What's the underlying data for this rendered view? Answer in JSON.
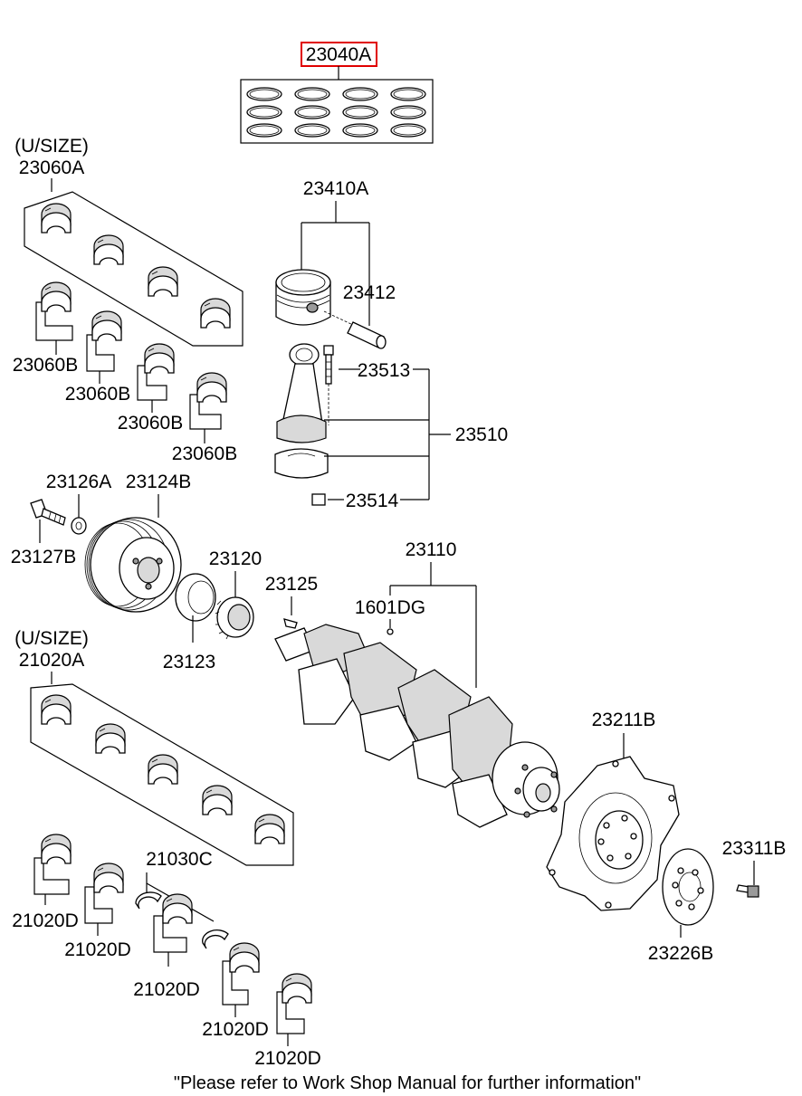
{
  "labels": {
    "p23040A": "23040A",
    "usize1": "(U/SIZE)",
    "p23060A": "23060A",
    "p23410A": "23410A",
    "p23412": "23412",
    "p23060B": "23060B",
    "p23513": "23513",
    "p23510": "23510",
    "p23514": "23514",
    "p23126A": "23126A",
    "p23124B": "23124B",
    "p23127B": "23127B",
    "p23120": "23120",
    "p23125": "23125",
    "p23110": "23110",
    "p1601DG": "1601DG",
    "p23123": "23123",
    "usize2": "(U/SIZE)",
    "p21020A": "21020A",
    "p23211B": "23211B",
    "p21030C": "21030C",
    "p23311B": "23311B",
    "p21020D": "21020D",
    "p23226B": "23226B"
  },
  "footer_note": "\"Please refer to Work Shop Manual for further information\"",
  "colors": {
    "highlight_box": "#e00000",
    "line": "#000000",
    "shade": "#d9d9d9"
  }
}
